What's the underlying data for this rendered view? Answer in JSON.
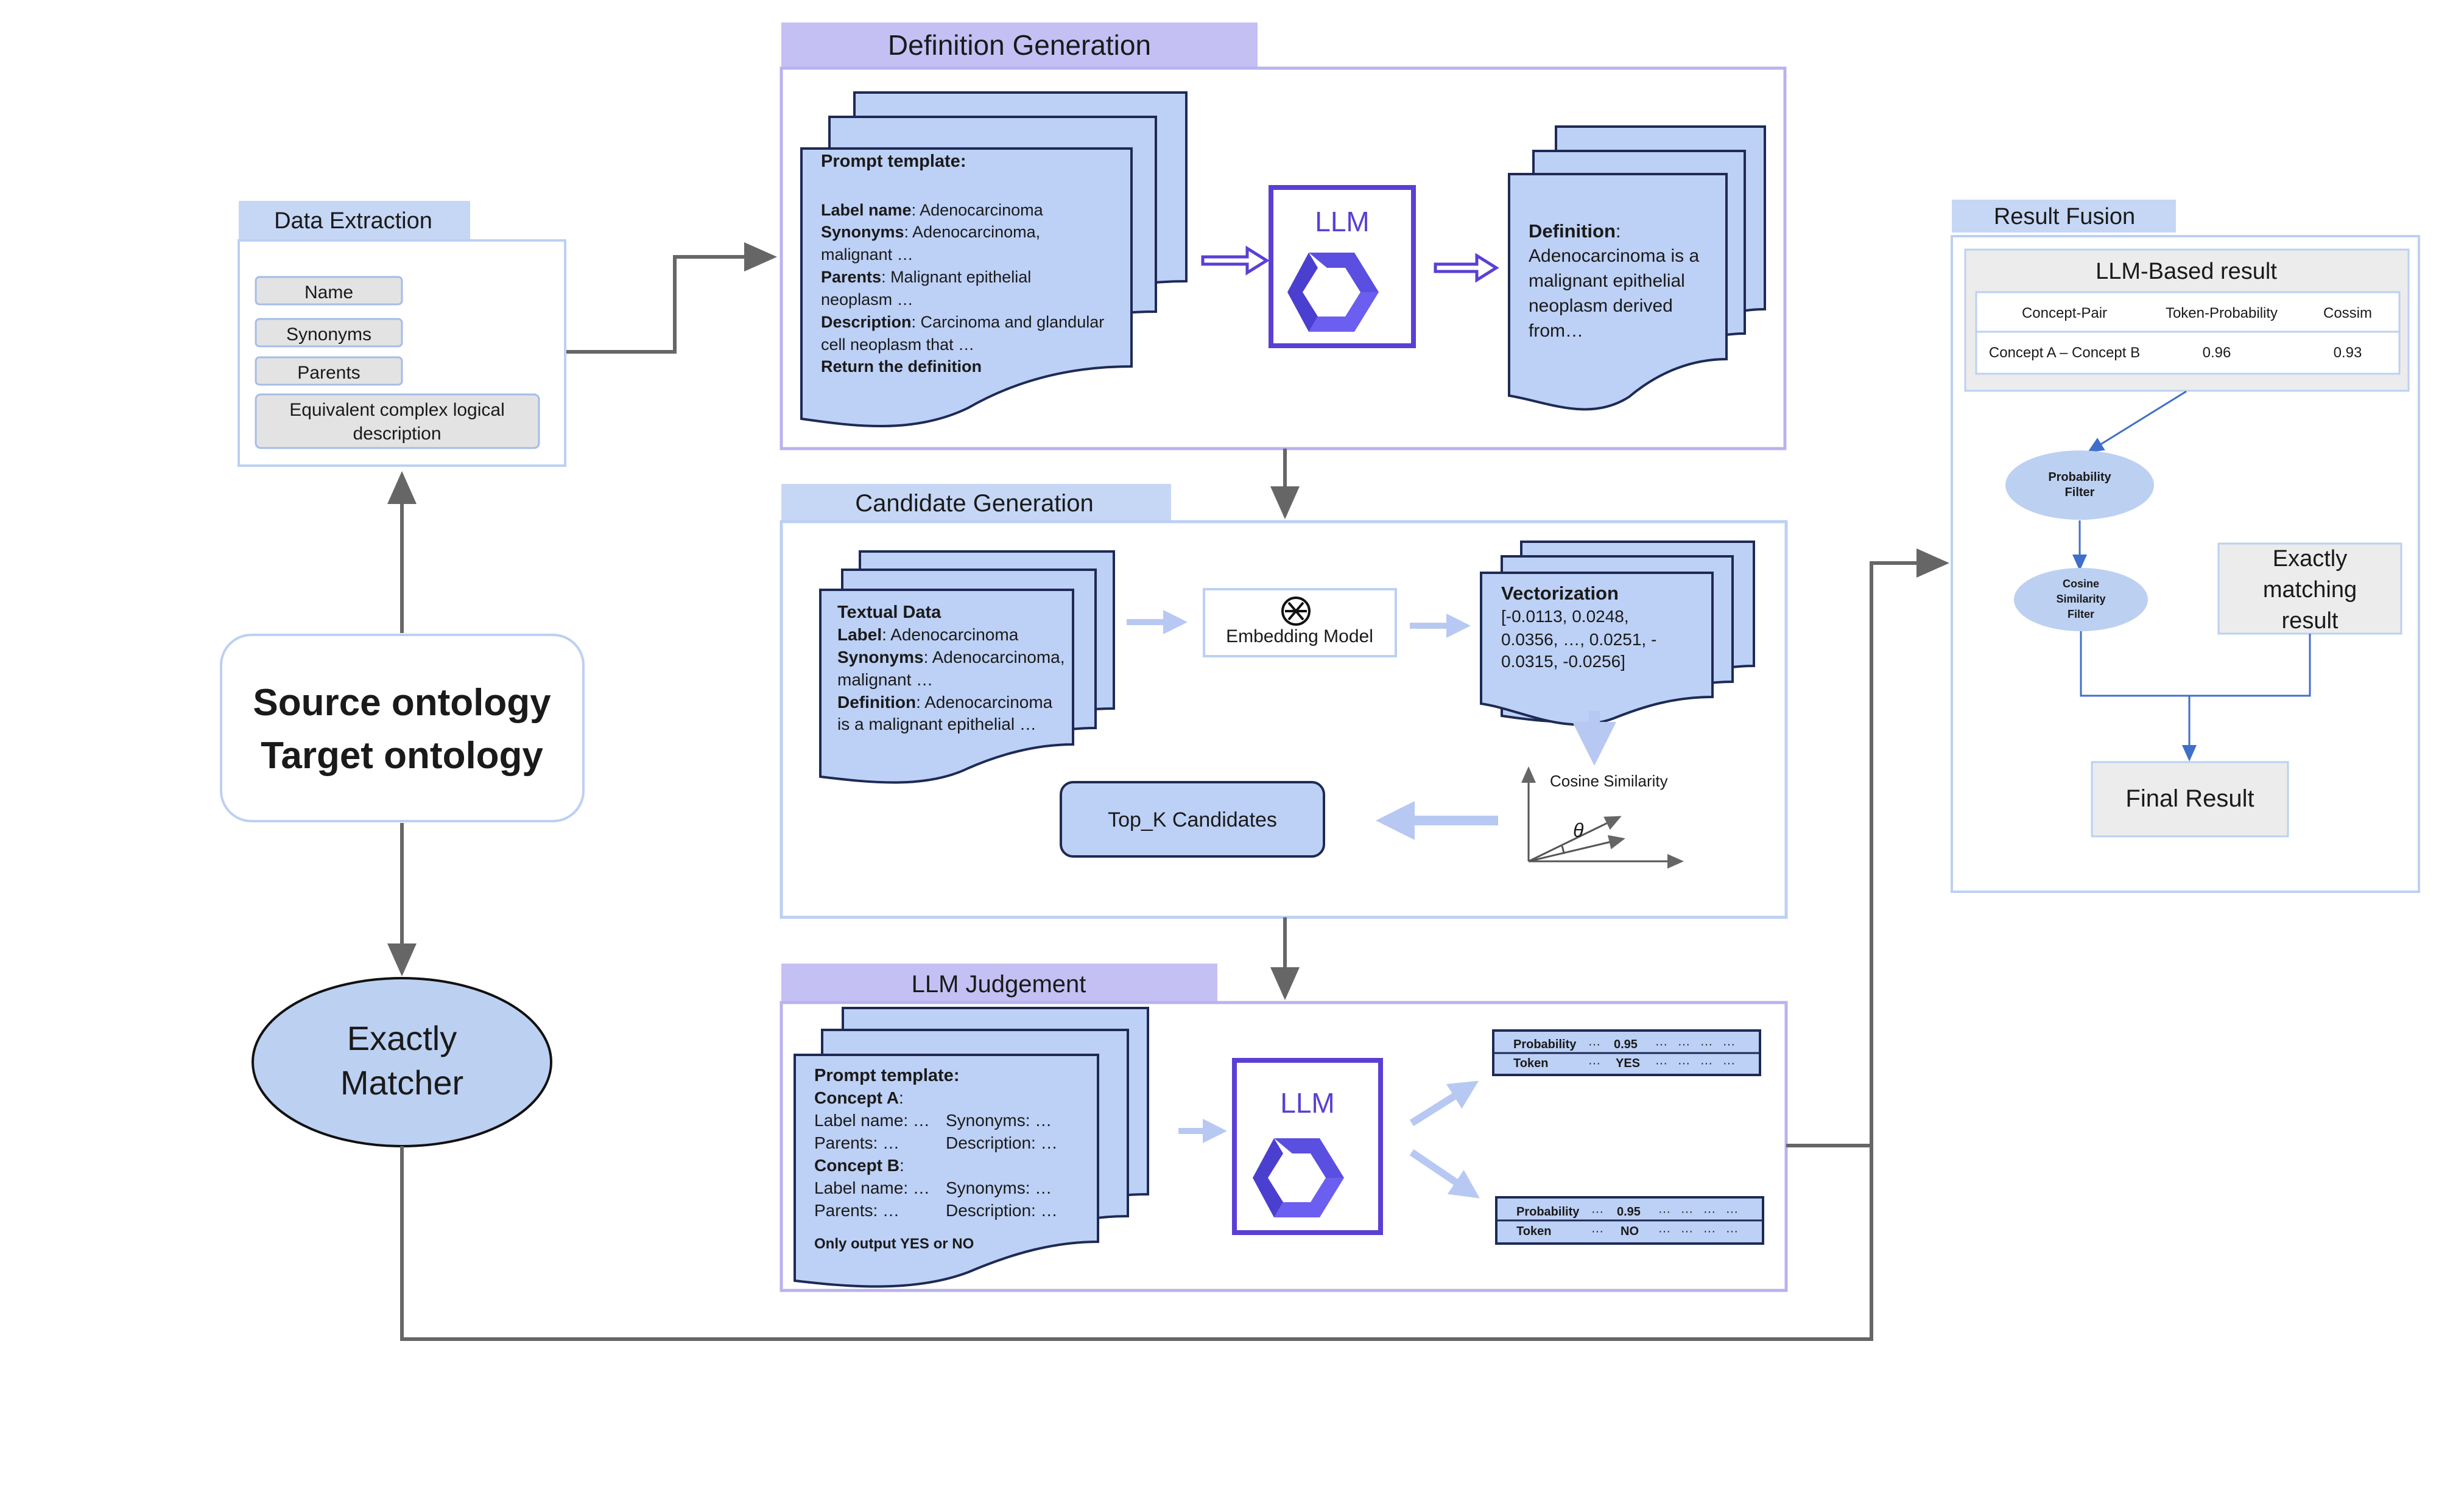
{
  "colors": {
    "tab_purple": "#c4c0f4",
    "tab_blue": "#c6d7f5",
    "panel_border_purple": "#b9b2ee",
    "panel_border_blue": "#bcd0f2",
    "doc_fill": "#bdd0f5",
    "doc_stroke": "#1e2a55",
    "llm_border": "#5b3fd4",
    "arrow_light": "#b7c9f2",
    "flow_line": "#666666",
    "node_fill": "#bcd0f2"
  },
  "data_extraction": {
    "title": "Data Extraction",
    "fields": [
      "Name",
      "Synonyms",
      "Parents"
    ],
    "complex_line1": "Equivalent complex logical",
    "complex_line2": "description"
  },
  "source": {
    "line1": "Source ontology",
    "line2": "Target ontology"
  },
  "matcher": {
    "line1": "Exactly",
    "line2": "Matcher"
  },
  "definition_generation": {
    "title": "Definition Generation",
    "prompt": {
      "header": "Prompt template:",
      "label_key": "Label name",
      "label_val": ": Adenocarcinoma",
      "syn_key": "Synonyms",
      "syn_val": ": Adenocarcinoma,",
      "syn_val2": "malignant …",
      "par_key": "Parents",
      "par_val": ": Malignant epithelial",
      "par_val2": "neoplasm …",
      "desc_key": "Description",
      "desc_val": ": Carcinoma and glandular",
      "desc_val2": "cell neoplasm that …",
      "ret": "Return the definition"
    },
    "llm_label": "LLM",
    "definition": {
      "key": "Definition",
      "colon": ":",
      "l1": "Adenocarcinoma is a",
      "l2": "malignant epithelial",
      "l3": "neoplasm derived",
      "l4": "from…"
    }
  },
  "candidate_generation": {
    "title": "Candidate Generation",
    "textual": {
      "header": "Textual Data",
      "label_key": "Label",
      "label_val": ": Adenocarcinoma",
      "syn_key": "Synonyms",
      "syn_val": ": Adenocarcinoma,",
      "syn_val2": "malignant …",
      "def_key": "Definition",
      "def_val": ": Adenocarcinoma",
      "def_val2": "is a malignant epithelial …"
    },
    "embedding_model": "Embedding Model",
    "vector": {
      "header": "Vectorization",
      "l1": "[-0.0113,  0.0248,",
      "l2": "0.0356,  …,  0.0251, -",
      "l3": "0.0315, -0.0256]"
    },
    "cosine_label": "Cosine Similarity",
    "theta": "θ",
    "topk": "Top_K Candidates"
  },
  "llm_judgement": {
    "title": "LLM Judgement",
    "prompt": {
      "header": "Prompt template:",
      "concept_a": "Concept A",
      "colon": ":",
      "label_name": "Label name: …",
      "synonyms": "Synonyms: …",
      "parents": "Parents: …",
      "description": "Description: …",
      "concept_b": "Concept B",
      "only": "Only output YES or NO"
    },
    "llm_label": "LLM",
    "outputs": [
      {
        "row1": "Probability",
        "row2": "Token",
        "prob": "0.95",
        "token": "YES",
        "dash": "···"
      },
      {
        "row1": "Probability",
        "row2": "Token",
        "prob": "0.95",
        "token": "NO",
        "dash": "···"
      }
    ]
  },
  "result_fusion": {
    "title": "Result Fusion",
    "llm_result_title": "LLM-Based result",
    "table": {
      "headers": [
        "Concept-Pair",
        "Token-Probability",
        "Cossim"
      ],
      "row": [
        "Concept A – Concept B",
        "0.96",
        "0.93"
      ]
    },
    "prob_filter": [
      "Probability",
      "Filter"
    ],
    "cos_filter": [
      "Cosine",
      "Similarity",
      "Filter"
    ],
    "exact": [
      "Exactly",
      "matching",
      "result"
    ],
    "final": "Final Result"
  }
}
